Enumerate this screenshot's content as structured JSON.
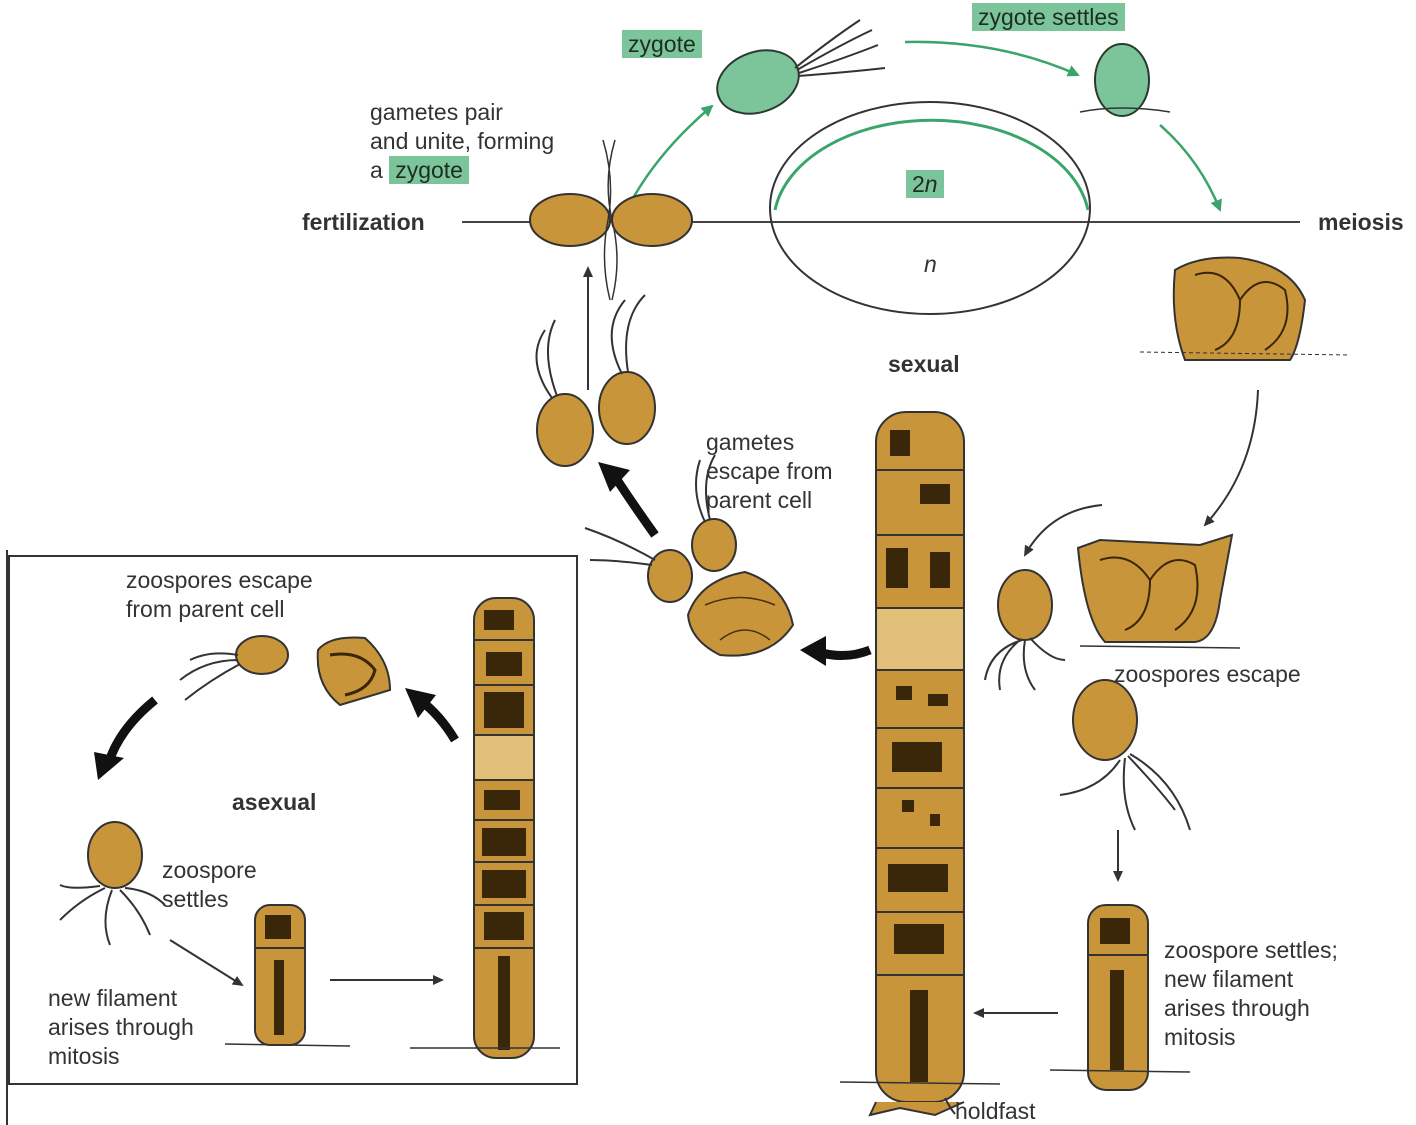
{
  "colors": {
    "cell_fill": "#c8953a",
    "cell_dark": "#5a3a10",
    "zygote_fill": "#7cc59a",
    "highlight": "#7cc59a",
    "arrow_green": "#3aa56a",
    "line": "#333333"
  },
  "labels": {
    "zygote": "zygote",
    "zygote_settles": "zygote settles",
    "gametes_pair_line1": "gametes pair",
    "gametes_pair_line2": "and unite, forming",
    "gametes_pair_line3_prefix": "a",
    "gametes_pair_line3_highlight": "zygote",
    "fertilization": "fertilization",
    "meiosis": "meiosis",
    "ploidy_2n_number": "2",
    "ploidy_2n_letter": "n",
    "ploidy_n": "n",
    "sexual": "sexual",
    "gametes_escape_line1": "gametes",
    "gametes_escape_line2": "escape from",
    "gametes_escape_line3": "parent cell",
    "zoospores_escape": "zoospores escape",
    "zoospores_escape_parent_line1": "zoospores escape",
    "zoospores_escape_parent_line2": "from parent cell",
    "asexual": "asexual",
    "zoospore_settles_line1": "zoospore",
    "zoospore_settles_line2": "settles",
    "new_filament_line1": "new filament",
    "new_filament_line2": "arises through",
    "new_filament_line3": "mitosis",
    "zoospore_settles_right_line1": "zoospore settles;",
    "zoospore_settles_right_line2": "new filament",
    "zoospore_settles_right_line3": "arises through",
    "zoospore_settles_right_line4": "mitosis",
    "holdfast": "holdfast"
  }
}
